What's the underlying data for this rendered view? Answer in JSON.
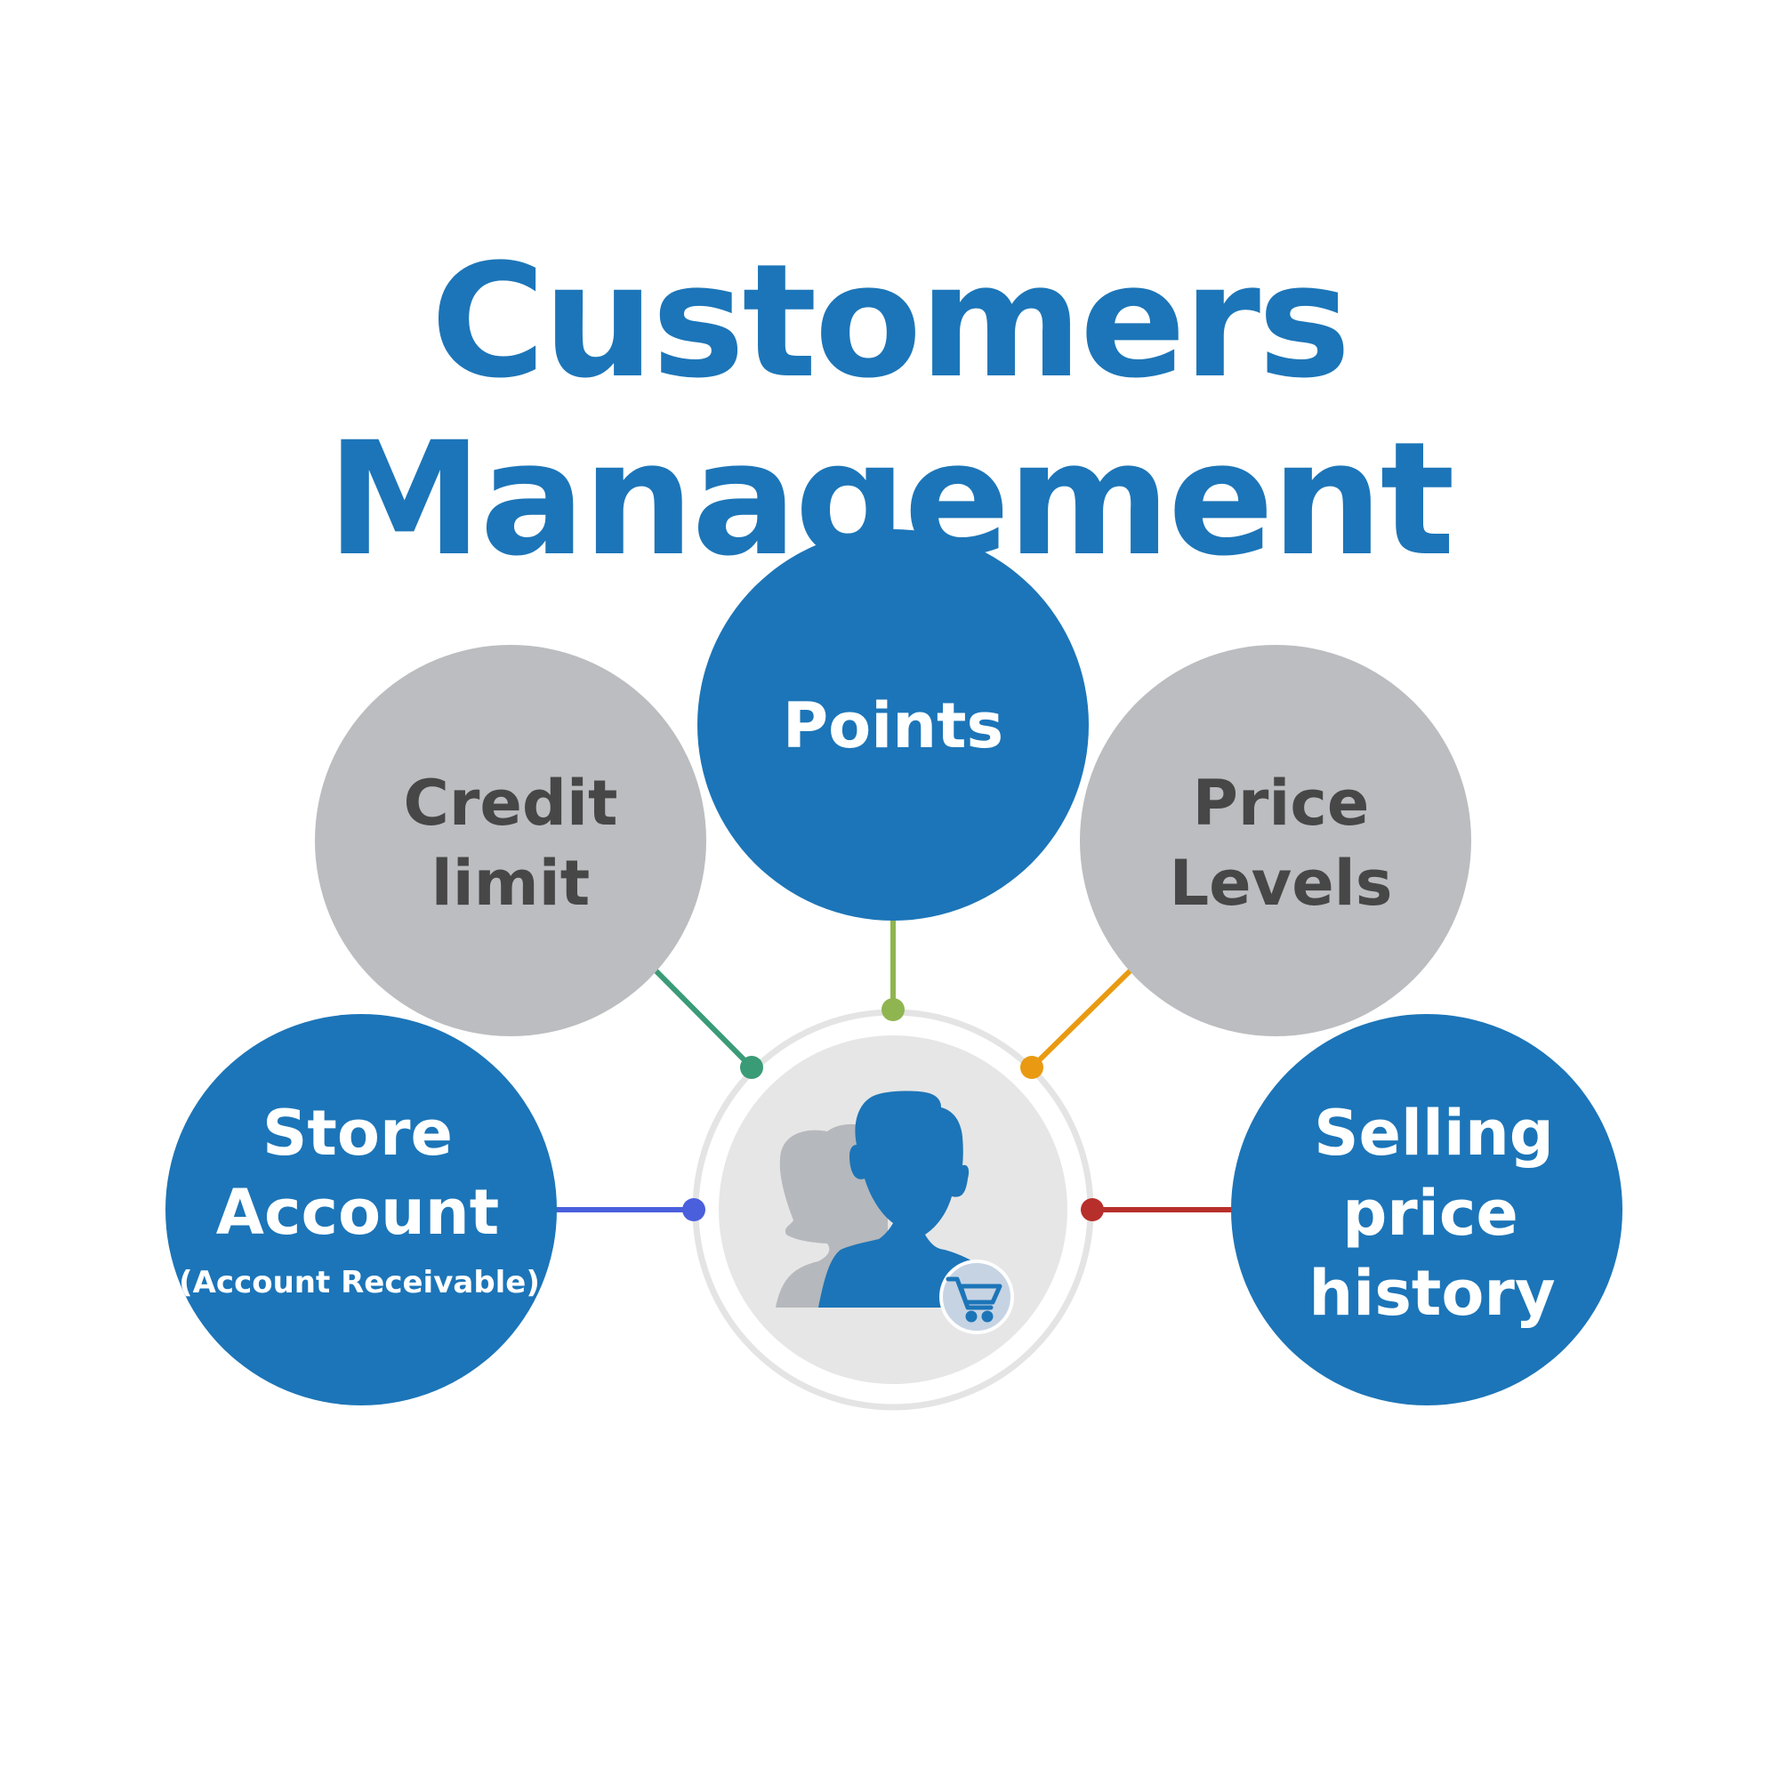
{
  "title": "Customers Management",
  "colors": {
    "title": "#1c75b8",
    "blue_node": "#1c75b8",
    "grey_node": "#bbbdc0",
    "grey_text": "#474747",
    "hub_ring": "#e4e4e4",
    "hub_fill": "#e6e6e6",
    "person_front": "#1c75b8",
    "person_back": "#b5b8bc",
    "cart_badge": "#c6d3e3"
  },
  "center": {
    "icon": "customer-with-shopping-cart-icon"
  },
  "nodes": {
    "credit_limit": {
      "line1": "Credit",
      "line2": "limit",
      "connector_color": "#3a9b77"
    },
    "points": {
      "line1": "Points",
      "connector_color": "#8fb550"
    },
    "price_levels": {
      "line1": "Price",
      "line2": "Levels",
      "connector_color": "#e99a12"
    },
    "store_account": {
      "line1": "Store",
      "line2": "Account",
      "sub": "(Account Receivable)",
      "connector_color": "#4a5fdc"
    },
    "selling_price_history": {
      "line1": "Selling",
      "line2": "price",
      "line3": "history",
      "connector_color": "#b72f2a"
    }
  }
}
